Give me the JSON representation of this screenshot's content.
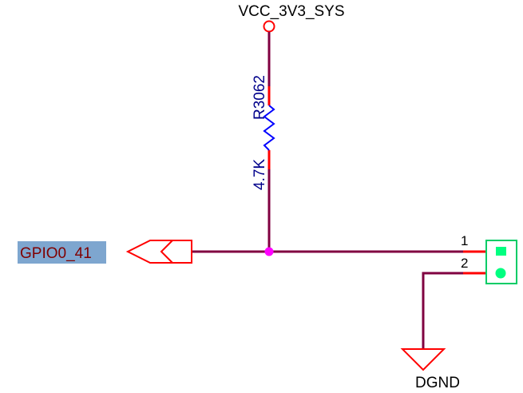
{
  "schematic": {
    "power_net": "VCC_3V3_SYS",
    "resistor": {
      "designator": "R3062",
      "value": "4.7K"
    },
    "gpio_net": "GPIO0_41",
    "connector": {
      "pins": [
        "1",
        "2"
      ]
    },
    "ground_net": "DGND"
  },
  "colors": {
    "wire": "#800040",
    "pin": "#ff0000",
    "resistor": "#0000ff",
    "junction": "#ff00ff",
    "connector_fill": "#00ff80",
    "net_label_bg": "#7ea6cf",
    "net_label_text": "#800000",
    "text": "#000000"
  }
}
